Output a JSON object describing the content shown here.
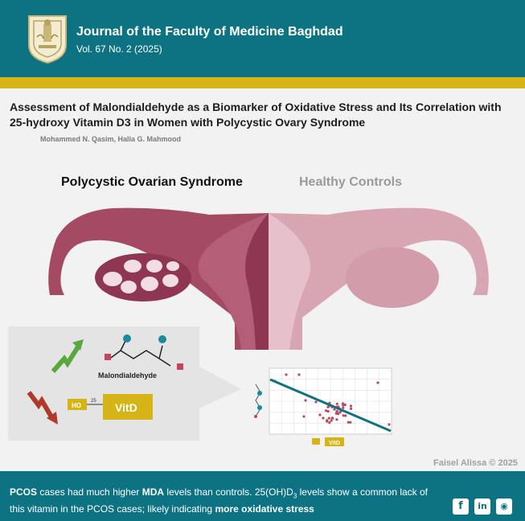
{
  "header": {
    "journal_name": "Journal of the Faculty of Medicine Baghdad",
    "volume": "Vol. 67 No. 2 (2025)",
    "logo_icon": "university-seal-icon",
    "colors": {
      "primary": "#0d7282",
      "accent": "#d6b417"
    }
  },
  "article": {
    "title_line1": "Assessment of Malondialdehyde as a Biomarker of Oxidative Stress and Its Correlation with",
    "title_line2": "25-hydroxy Vitamin D3 in Women with Polycystic Ovary Syndrome",
    "authors": "Mohammed N. Qasim, Halla G. Mahmood"
  },
  "illustration": {
    "pcos_label": "Polycystic Ovarian Syndrome",
    "healthy_label": "Healthy Controls",
    "molecule_label": "Malondialdehyde",
    "vitd_label": "VitD",
    "ho_label": "HO",
    "position_label": "25",
    "mini_vitd_label": "VitD",
    "colors": {
      "pcos": "#a54a63",
      "pcos_dark": "#8e3652",
      "healthy": "#d8a6b3",
      "up_arrow": "#5aa83c",
      "down_arrow": "#b03a2a",
      "trend_line": "#0d7282",
      "points": "#c0485c"
    }
  },
  "credit": "Faisel Alissa © 2025",
  "footer": {
    "t1": "PCOS",
    "t2": " cases had much higher ",
    "t3": "MDA",
    "t4": " levels than controls. 25(OH)D",
    "t5": "3",
    "t6": " levels show a common lack of this vitamin in the PCOS cases; likely indicating ",
    "t7": "more oxidative stress",
    "social": [
      {
        "icon": "facebook-icon",
        "glyph": "f"
      },
      {
        "icon": "linkedin-icon",
        "glyph": "in"
      },
      {
        "icon": "rss-icon",
        "glyph": "◉"
      }
    ]
  }
}
